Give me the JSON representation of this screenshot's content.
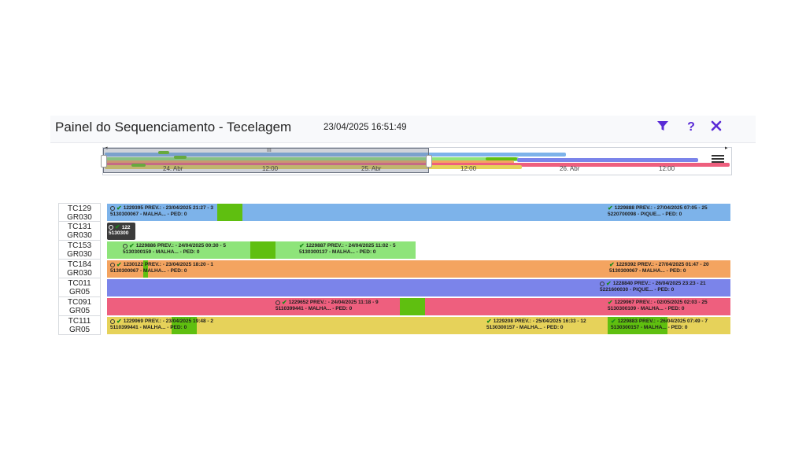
{
  "header": {
    "title": "Painel do Sequenciamento - Tecelagem",
    "datetime": "23/04/2025 16:51:49",
    "icons": [
      "filter-icon",
      "help-icon",
      "close-icon"
    ],
    "accent_color": "#5a2bd6"
  },
  "navigator": {
    "ticks": [
      "24. Abr",
      "12:00",
      "25. Abr",
      "12:00",
      "26. Abr",
      "12:00"
    ],
    "grip": "III"
  },
  "rows": [
    {
      "machine": "TC129",
      "group": "GR030",
      "color": "#7db3ea",
      "tasks": [
        {
          "line1": "1229395 PREV.: - 23/04/2025 21:27 - 3",
          "line2": "5130300067 - MALHA... - PED: 0",
          "clock": true
        },
        {
          "line1": "1229888 PREV.: - 27/04/2025 07:05 - 25",
          "line2": "5220700098 - PIQUE... - PED: 0",
          "clock": false
        }
      ]
    },
    {
      "machine": "TC131",
      "group": "GR030",
      "color": "#3b3b3b",
      "tasks": [
        {
          "line1": "122",
          "line2": "5130300",
          "clock": true
        }
      ]
    },
    {
      "machine": "TC153",
      "group": "GR030",
      "color": "#8ee47a",
      "tasks": [
        {
          "line1": "1229886 PREV.: - 24/04/2025 00:30 - 5",
          "line2": "5130300159 - MALHA... - PED: 0",
          "clock": true
        },
        {
          "line1": "1229887 PREV.: - 24/04/2025 11:02 - 5",
          "line2": "5130300137 - MALHA... - PED: 0",
          "clock": false
        }
      ]
    },
    {
      "machine": "TC184",
      "group": "GR030",
      "color": "#f4a460",
      "tasks": [
        {
          "line1": "1230122 PREV.: - 23/04/2025 18:20 - 1",
          "line2": "5130300067 - MALHA... - PED: 0",
          "clock": true
        },
        {
          "line1": "1229392 PREV.: - 27/04/2025 01:47 - 20",
          "line2": "5130300067 - MALHA... - PED: 0",
          "clock": false
        }
      ]
    },
    {
      "machine": "TC011",
      "group": "GR05",
      "color": "#7b84ea",
      "tasks": [
        {
          "line1": "1228840 PREV.: - 26/04/2025 23:23 - 21",
          "line2": "5221600030 - PIQUE... - PED: 0",
          "clock": true
        }
      ]
    },
    {
      "machine": "TC091",
      "group": "GR05",
      "color": "#ee5f7e",
      "tasks": [
        {
          "line1": "1229652 PREV.: - 24/04/2025 11:18 - 9",
          "line2": "5110399441 - MALHA... - PED: 0",
          "clock": true
        },
        {
          "line1": "1229967 PREV.: - 02/05/2025 02:03 - 25",
          "line2": "5130300109 - MALHA... - PED: 0",
          "clock": false
        }
      ]
    },
    {
      "machine": "TC111",
      "group": "GR05",
      "color": "#e6d25a",
      "tasks": [
        {
          "line1": "1229969 PREV.: - 23/04/2025 19:48 - 2",
          "line2": "5110399441 - MALHA... - PED: 0",
          "clock": true
        },
        {
          "line1": "1229208 PREV.: - 25/04/2025 16:33 - 12",
          "line2": "5130300157 - MALHA... - PED: 0",
          "clock": false
        },
        {
          "line1": "1229883 PREV.: - 26/04/2025 07:49 - 7",
          "line2": "5130300157 - MALHA... - PED: 0",
          "clock": false
        }
      ]
    }
  ]
}
